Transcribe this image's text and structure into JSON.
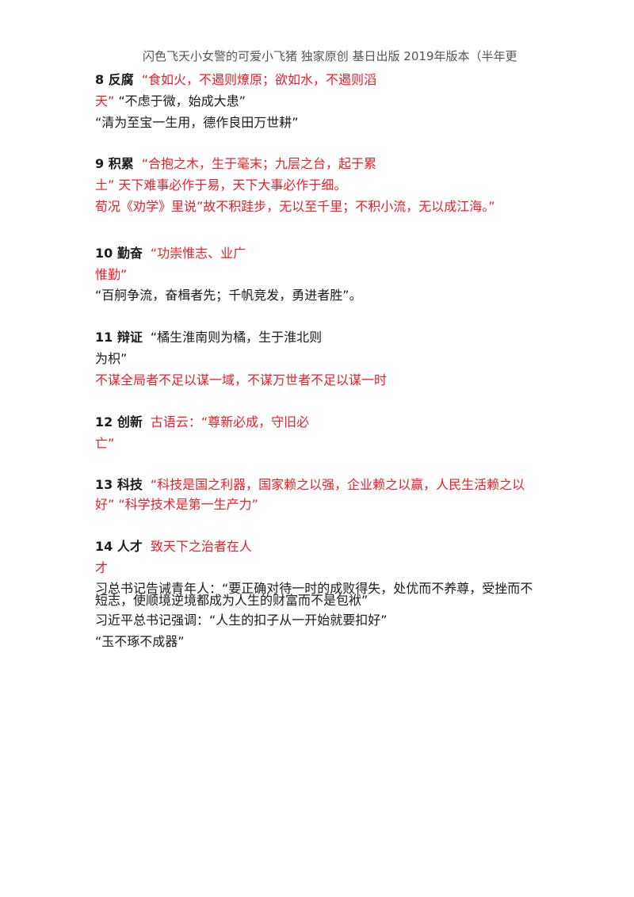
{
  "header": {
    "text": "闪色飞天小女警的可爱小飞猪 独家原创 基日出版 2019年版本（半年更"
  },
  "colors": {
    "red": "#e8202a",
    "text": "#1a1a1a"
  },
  "sections": {
    "s8": {
      "heading": "8 反腐",
      "l1_red": "“食如火，不遏则燎原；欲如水，不遏则滔",
      "l2_red": "天”",
      "l2_black": " “不虑于微，始成大患”",
      "l3_black": "“清为至宝一生用，德作良田万世耕”"
    },
    "s9": {
      "heading": "9 积累",
      "l1_red": "“合抱之木，生于毫末；九层之台，起于累",
      "l2_red": "土”",
      "l2_red2": " 天下难事必作于易，天下大事必作于细。",
      "l3_red": "荀况《劝学》里说”故不积跬步，无以至千里；不积小流，无以成江海。”"
    },
    "s10": {
      "heading": "10 勤奋",
      "l1_red": "“功崇惟志、业广",
      "l2_red": "惟勤”",
      "l3_black": "“百舸争流，奋楫者先；千帆竞发，勇进者胜”。"
    },
    "s11": {
      "heading": "11 辩证",
      "l1_black": "“橘生淮南则为橘，生于淮北则",
      "l2_black": "为枳”",
      "l3_red": "不谋全局者不足以谋一域，不谋万世者不足以谋一时"
    },
    "s12": {
      "heading": "12 创新",
      "l1_red": "古语云：“尊新必成，守旧必",
      "l2_red": "亡”"
    },
    "s13": {
      "heading": "13 科技",
      "l1_red": "“科技是国之利器，国家赖之以强，企业赖之以赢，人民生活赖之以",
      "l2_red": "好”",
      "l2_red2": " “科学技术是第一生产力”"
    },
    "s14": {
      "heading": "14 人才",
      "l1_red": "致天下之治者在人",
      "l2_red": "才",
      "l3a_black": "习总书记告诫青年人：“要正确对待一时的成败得失，处优而不养尊，受挫而不",
      "l3b_black": "短志，使顺境逆境都成为人生的财富而不是包袱”",
      "l4_black": "习近平总书记强调：“人生的扣子从一开始就要扣好”",
      "l5_black": "“玉不琢不成器”"
    }
  }
}
